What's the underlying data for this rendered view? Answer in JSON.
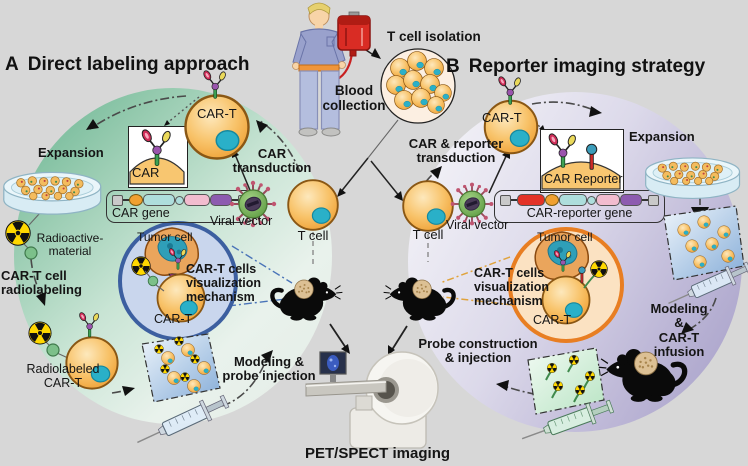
{
  "panel_a": {
    "tag": "A",
    "title": "Direct labeling approach",
    "expansion": "Expansion",
    "car_t": "CAR-T",
    "car_transduction": "CAR\ntransduction",
    "car": "CAR",
    "car_gene": "CAR gene",
    "viral_vector": "Viral vector",
    "t_cell": "T cell",
    "radioactive_material": "Radioactive-\nmaterial",
    "radiolabeling": "CAR-T cell\nradiolabeling",
    "radiolabeled": "Radiolabeled\nCAR-T",
    "tumor_cell": "Tumor cell",
    "visualization": "CAR-T cells\nvisualization\nmechanism",
    "car_t_bound": "CAR-T",
    "modeling": "Modeling &\nprobe injection"
  },
  "panel_b": {
    "tag": "B",
    "title": "Reporter imaging strategy",
    "car_t": "CAR-T",
    "transduction": "CAR & reporter\ntransduction",
    "car_reporter": "CAR Reporter",
    "car_reporter_gene": "CAR-reporter gene",
    "viral_vector": "Viral vector",
    "t_cell": "T cell",
    "expansion": "Expansion",
    "tumor_cell": "Tumor cell",
    "visualization": "CAR-T cells\nvisualization\nmechanism",
    "car_t_bound": "CAR-T",
    "probe_construction": "Probe construction\n& injection",
    "modeling": "Modeling &\nCAR-T infusion"
  },
  "shared": {
    "t_cell_isolation": "T cell isolation",
    "blood_collection": "Blood\ncollection",
    "pet_spect_imaging": "PET/SPECT imaging"
  },
  "icons": {
    "person-donor-icon": "human donor figure",
    "blood-bag-icon": "red blood bag",
    "t-cell-icon": "orange cell with teal nucleus",
    "t-cell-cluster-icon": "isolated T cell cluster",
    "virus-vector-icon": "green viral particle",
    "petri-dish-icon": "culture dish with cells",
    "radioactive-trefoil-icon": "yellow-black radiation symbol",
    "car-receptor-icon": "chimeric antigen receptor",
    "reporter-icon": "reporter protein",
    "tumor-cell-icon": "tumor cell with blue nucleus",
    "syringe-icon": "syringe with needle",
    "mouse-icon": "black mouse with tumor",
    "pet-spect-scanner-icon": "PET/SPECT scanner"
  },
  "colors": {
    "background": "#d7d7d7",
    "panel_a_gradient": "#63b28e",
    "panel_b_gradient": "#a39cc6",
    "mechanism_ring_a": "#3c5fa0",
    "mechanism_ring_b": "#e87e22",
    "cell_body": "#f6bb60",
    "cell_nucleus": "#29b2c8",
    "radioactive_yellow": "#ffd800",
    "virus_green": "#6aa94e",
    "blood_red": "#cf2a28"
  }
}
